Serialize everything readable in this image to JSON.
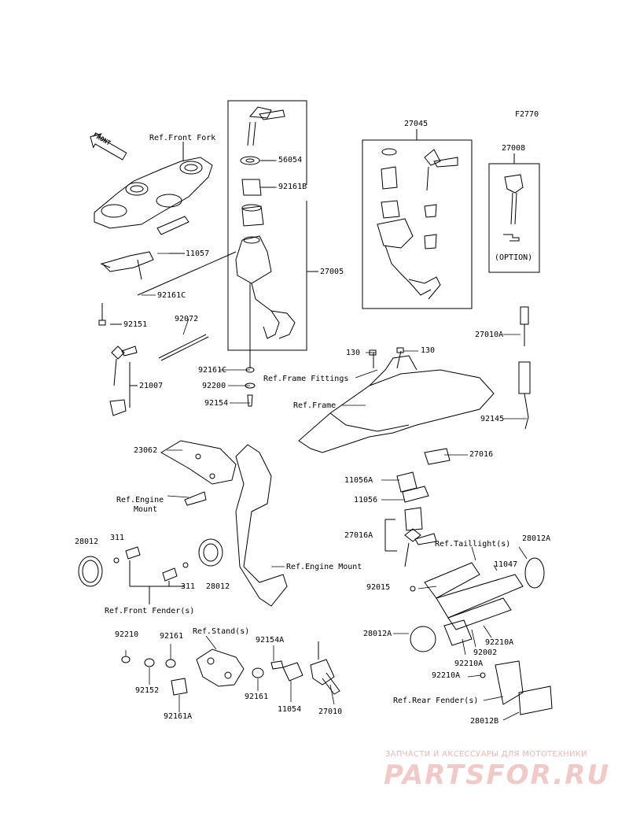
{
  "figure_code": "F2770",
  "labels": {
    "p56054": "56054",
    "p92161B": "92161B",
    "p27005": "27005",
    "p27045": "27045",
    "p27008": "27008",
    "option": "(OPTION)",
    "ref_front_fork": "Ref.Front Fork",
    "p11057": "11057",
    "p92161C_a": "92161C",
    "p92151": "92151",
    "p92072": "92072",
    "p21007": "21007",
    "p92161C_b": "92161C",
    "p92200": "92200",
    "p92154": "92154",
    "p130_a": "130",
    "p130_b": "130",
    "ref_frame_fittings": "Ref.Frame Fittings",
    "ref_frame": "Ref.Frame",
    "p27010A": "27010A",
    "p92145": "92145",
    "p23062": "23062",
    "ref_engine_mount_1": "Ref.Engine",
    "ref_engine_mount_2": "Mount",
    "p27016": "27016",
    "p11056A": "11056A",
    "p11056": "11056",
    "p27016A": "27016A",
    "ref_engine_mount_b": "Ref.Engine Mount",
    "p28012_a": "28012",
    "p311_a": "311",
    "p311_b": "311",
    "p28012_b": "28012",
    "ref_front_fender": "Ref.Front Fender(s)",
    "ref_taillight": "Ref.Taillight(s)",
    "p28012A_a": "28012A",
    "p11047": "11047",
    "p92015": "92015",
    "p28012A_b": "28012A",
    "p92210A_a": "92210A",
    "p92002": "92002",
    "p92210A_b": "92210A",
    "p92210A_c": "92210A",
    "ref_rear_fender": "Ref.Rear Fender(s)",
    "p28012B": "28012B",
    "p92210": "92210",
    "p92161": "92161",
    "ref_stand": "Ref.Stand(s)",
    "p92154A": "92154A",
    "p92152": "92152",
    "p92161A": "92161A",
    "p92161_b": "92161",
    "p11054": "11054",
    "p27010": "27010",
    "front_arrow": "FRONT"
  },
  "watermark": {
    "line1": "ЗАПЧАСТИ И АКСЕССУАРЫ ДЛЯ МОТОТЕХНИКИ",
    "line2": "PARTSFOR.RU"
  }
}
